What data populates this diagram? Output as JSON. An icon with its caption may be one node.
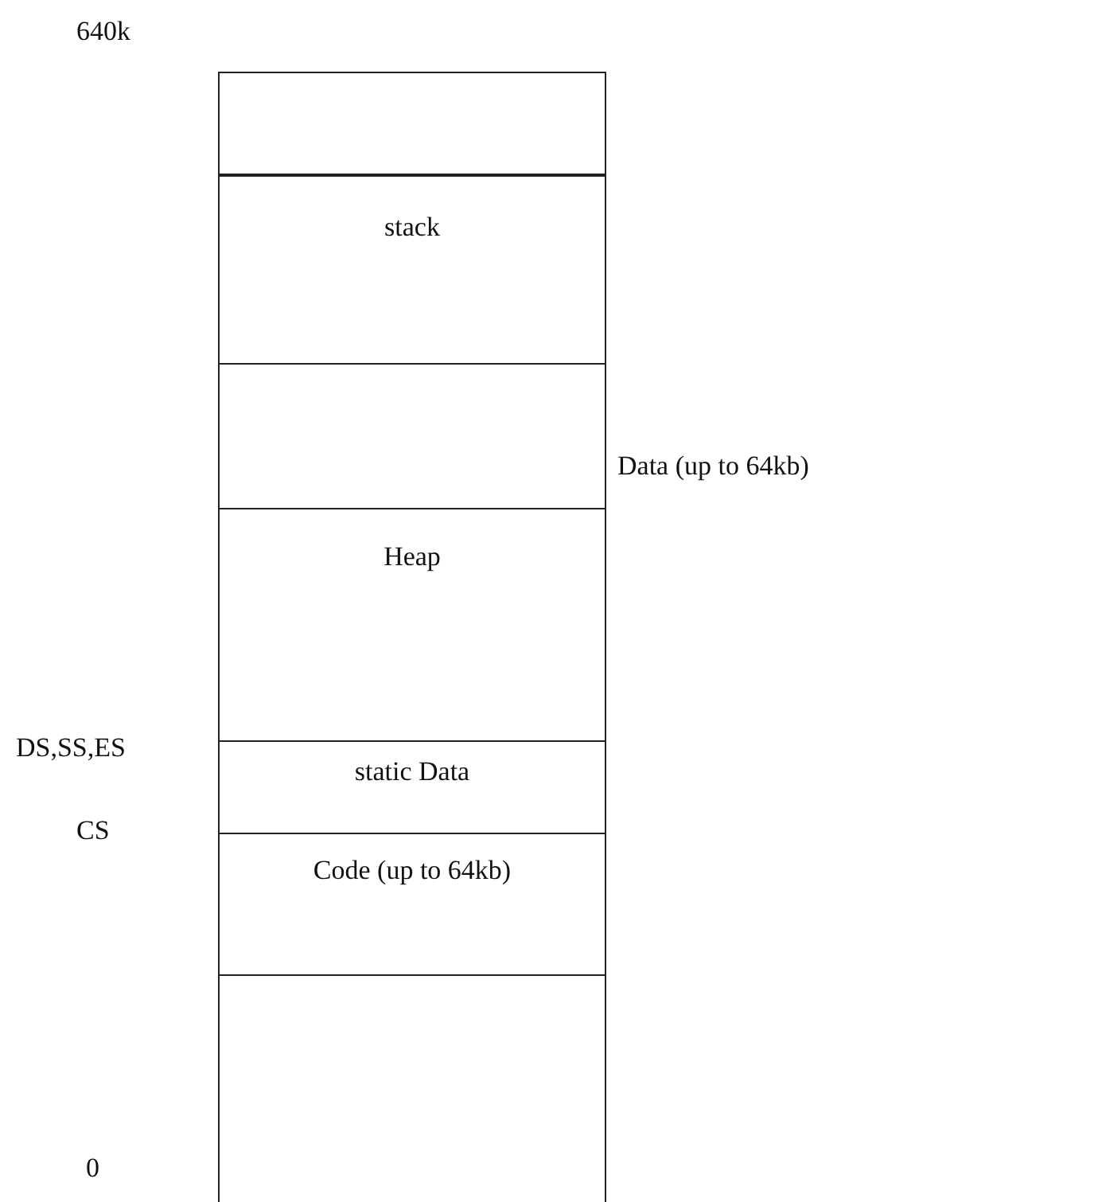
{
  "diagram": {
    "nodes": [
      {
        "text": [],
        "shape": "box"
      },
      {
        "text": [
          "stack"
        ]
      },
      {
        "text": [],
        "shape": "box"
      },
      {
        "text": [
          "Heap"
        ]
      },
      {
        "text": [
          "static Data"
        ]
      },
      {
        "text": [
          "Code (up to 64kb)"
        ]
      },
      {
        "text": [],
        "shape": "box"
      }
    ],
    "edges": [],
    "labels": [
      "640k",
      "Data (up to 64kb)",
      "DS,SS,ES",
      "CS",
      "0"
    ]
  }
}
